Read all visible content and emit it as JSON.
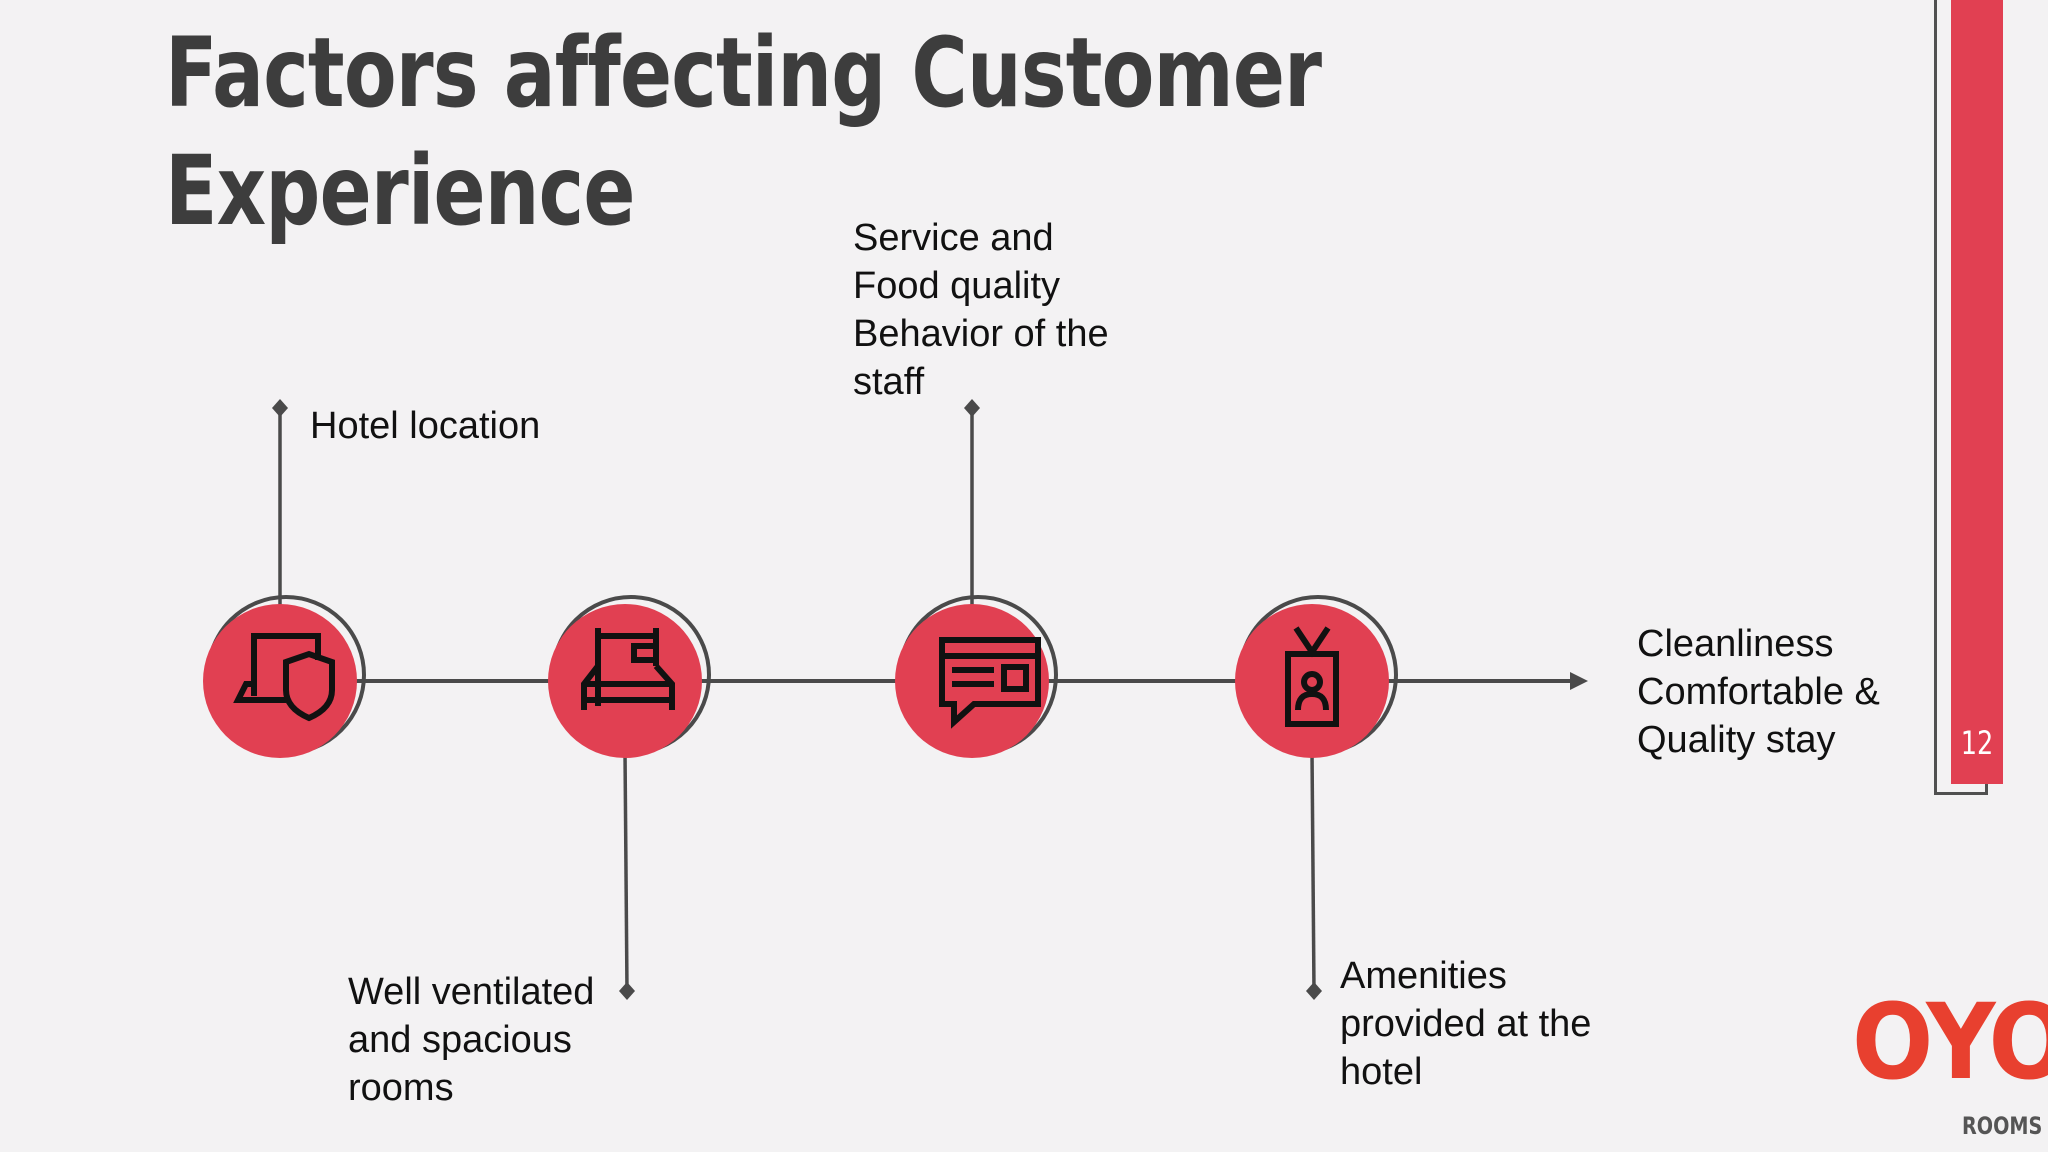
{
  "slide": {
    "title_lines": [
      "Factors affecting Customer",
      "Experience"
    ],
    "page_number": "12"
  },
  "steps": [
    {
      "icon": "laptop-shield-icon",
      "label_lines": [
        "Hotel location"
      ]
    },
    {
      "icon": "bed-icon",
      "label_lines": [
        "Well ventilated",
        "and spacious",
        "rooms"
      ]
    },
    {
      "icon": "chat-card-icon",
      "label_lines": [
        "Service and",
        "Food quality",
        "Behavior of the",
        "staff"
      ]
    },
    {
      "icon": "id-badge-icon",
      "label_lines": [
        "Amenities",
        "provided at the",
        "hotel"
      ]
    }
  ],
  "outcome": {
    "label_lines": [
      "Cleanliness",
      "Comfortable &",
      "Quality stay"
    ]
  },
  "logo": {
    "main": "OYO",
    "sub": "ROOMS"
  },
  "colors": {
    "accent": "#e14052",
    "connector": "#4a4a4a",
    "title": "#3d3d3d",
    "logo": "#e8402f",
    "background": "#f3f2f3"
  }
}
